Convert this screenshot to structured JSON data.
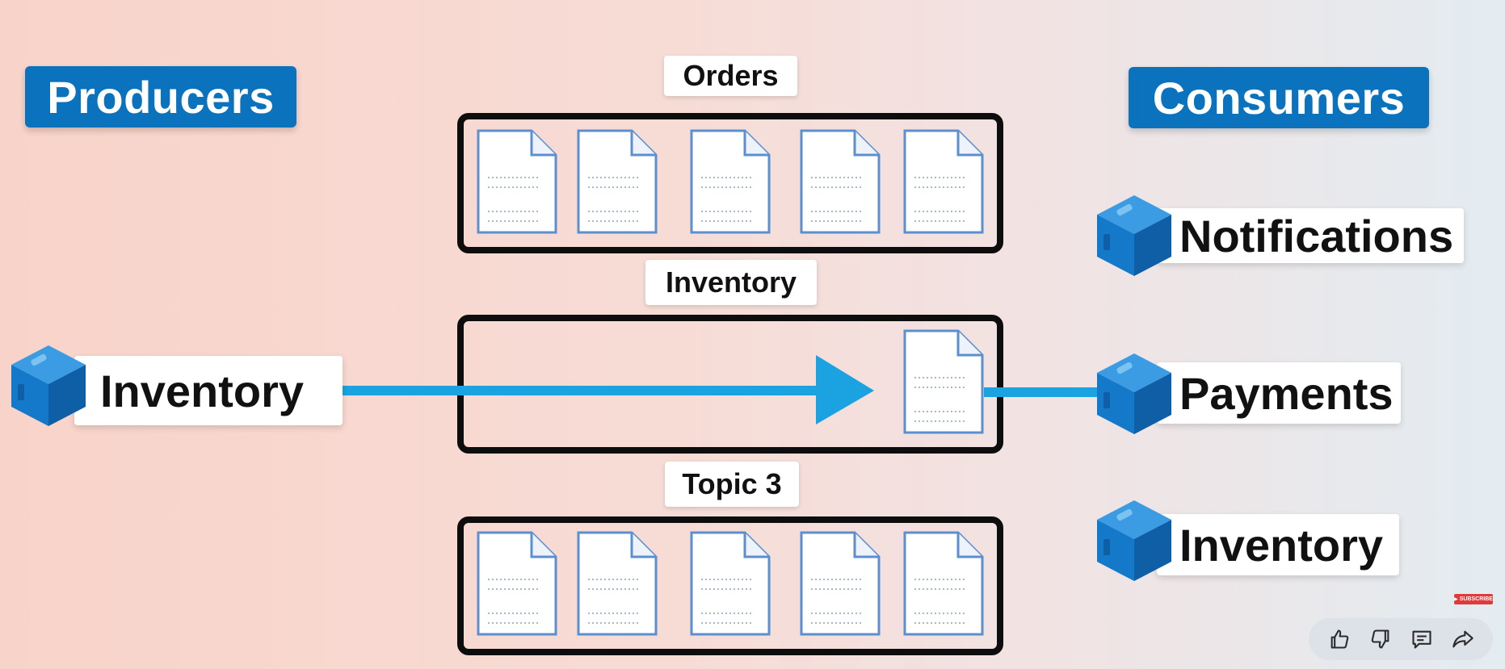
{
  "headers": {
    "producers": "Producers",
    "consumers": "Consumers"
  },
  "topics": [
    {
      "label": "Orders",
      "documents": 5
    },
    {
      "label": "Inventory",
      "documents": 1
    },
    {
      "label": "Topic 3",
      "documents": 5
    }
  ],
  "producer": {
    "label": "Inventory",
    "icon": "cube-icon"
  },
  "consumers": [
    {
      "label": "Notifications",
      "icon": "cube-icon"
    },
    {
      "label": "Payments",
      "icon": "cube-icon"
    },
    {
      "label": "Inventory",
      "icon": "cube-icon"
    }
  ],
  "subscribe": {
    "label": "SUBSCRIBE"
  },
  "toolbar": {
    "icons": [
      "thumbs-up-icon",
      "thumbs-down-icon",
      "comment-icon",
      "share-icon"
    ]
  },
  "colors": {
    "accent_blue": "#0b72bd",
    "arrow_blue": "#1aa3e0",
    "cube_blue": "#1479c9",
    "box_border": "#0d0d0d",
    "subscribe_red": "#e03a3a"
  }
}
